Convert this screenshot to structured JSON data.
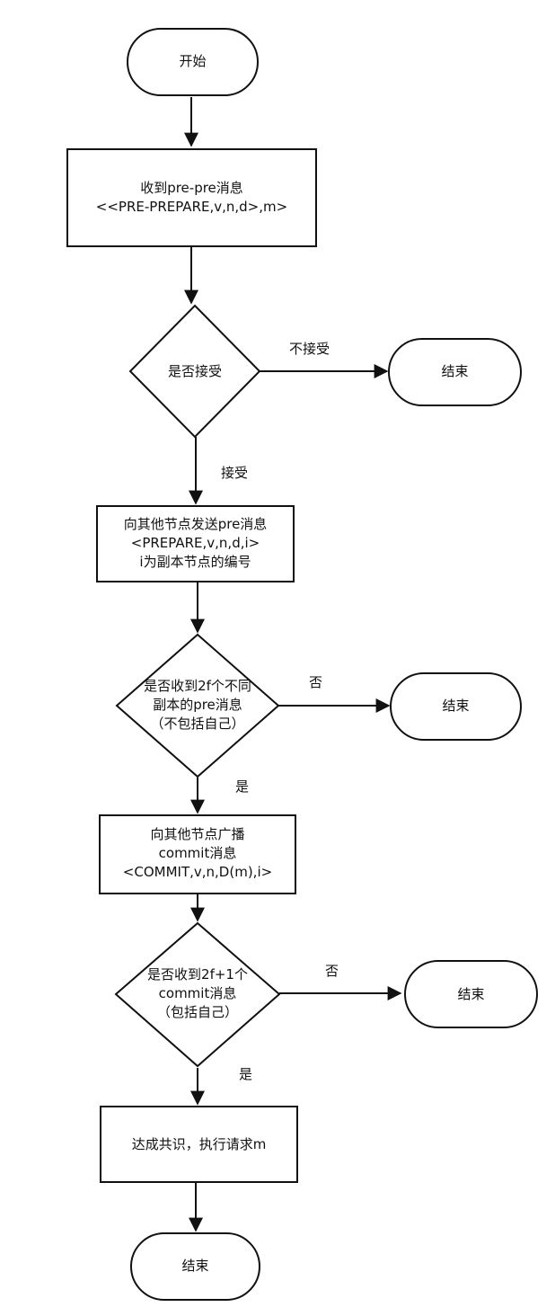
{
  "nodes": {
    "start": "开始",
    "recv_preprepare": [
      "收到pre-pre消息",
      "<<PRE-PREPARE,v,n,d>,m>"
    ],
    "accept_decision": "是否接受",
    "end_1": "结束",
    "send_prepare": [
      "向其他节点发送pre消息",
      "<PREPARE,v,n,d,i>",
      "i为副本节点的编号"
    ],
    "prepare_decision": [
      "是否收到2f个不同",
      "副本的pre消息",
      "（不包括自己）"
    ],
    "end_2": "结束",
    "broadcast_commit": [
      "向其他节点广播",
      "commit消息",
      "<COMMIT,v,n,D(m),i>"
    ],
    "commit_decision": [
      "是否收到2f+1个",
      "commit消息",
      "（包括自己）"
    ],
    "end_3": "结束",
    "consensus": "达成共识，执行请求m",
    "end_final": "结束"
  },
  "edges": {
    "reject": "不接受",
    "accept": "接受",
    "prepare_no": "否",
    "prepare_yes": "是",
    "commit_no": "否",
    "commit_yes": "是"
  }
}
